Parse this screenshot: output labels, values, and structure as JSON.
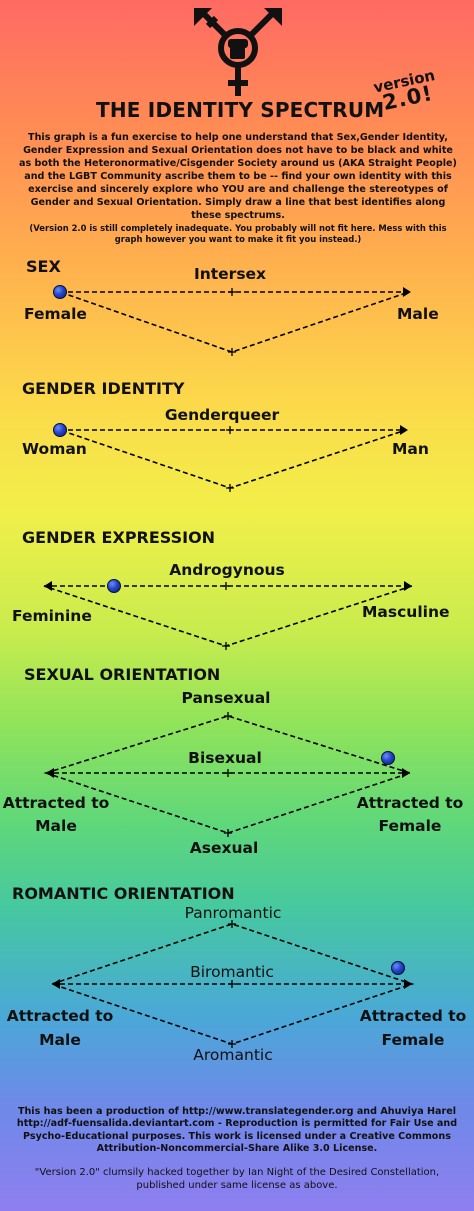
{
  "title": "THE IDENTITY SPECTRUM",
  "version_line1": "version",
  "version_line2": "2.0!",
  "intro": "This graph is a fun exercise to help one understand that Sex,Gender Identity, Gender Expression and Sexual Orientation does not have to be black and white as both the Heteronormative/Cisgender Society around us (AKA Straight People) and the LGBT Community ascribe them to be -- find your own identity with this exercise and sincerely explore who YOU are and challenge the stereotypes of Gender and Sexual Orientation. Simply draw a line that best identifies along these spectrums.",
  "intro_note": "(Version 2.0 is still completely inadequate. You probably will not fit here. Mess with this graph however you want to make it fit you instead.)",
  "sections": {
    "sex": {
      "heading": "SEX",
      "top": "Intersex",
      "left": "Female",
      "right": "Male"
    },
    "gender_identity": {
      "heading": "GENDER IDENTITY",
      "top": "Genderqueer",
      "left": "Woman",
      "right": "Man"
    },
    "gender_expression": {
      "heading": "GENDER EXPRESSION",
      "top": "Androgynous",
      "left": "Feminine",
      "right": "Masculine"
    },
    "sexual_orientation": {
      "heading": "SEXUAL ORIENTATION",
      "top": "Pansexual",
      "middle": "Bisexual",
      "bottom": "Asexual",
      "left_1": "Attracted to",
      "left_2": "Male",
      "right_1": "Attracted to",
      "right_2": "Female"
    },
    "romantic_orientation": {
      "heading": "ROMANTIC ORIENTATION",
      "top": "Panromantic",
      "middle": "Biromantic",
      "bottom": "Aromantic",
      "left_1": "Attracted to",
      "left_2": "Male",
      "right_1": "Attracted to",
      "right_2": "Female"
    }
  },
  "marker_positions": {
    "sex": 0.0,
    "gender_identity": 0.0,
    "gender_expression": 0.19,
    "sexual_orientation": 0.94,
    "romantic_orientation": 0.96
  },
  "colors": {
    "marker": "#2446c8",
    "gradient_top": "#ff6a63",
    "gradient_bottom": "#8f7ef0"
  },
  "symbol_icon": "transgender-fist-icon",
  "footer": "This has been a production of http://www.translategender.org and Ahuviya Harel http://adf-fuensalida.deviantart.com - Reproduction is permitted for Fair Use and Psycho-Educational purposes. This work is licensed under a Creative Commons Attribution-Noncommercial-Share Alike 3.0 License.",
  "footer2": "\"Version 2.0\" clumsily hacked together by Ian Night of the Desired Constellation, published under same license as above."
}
